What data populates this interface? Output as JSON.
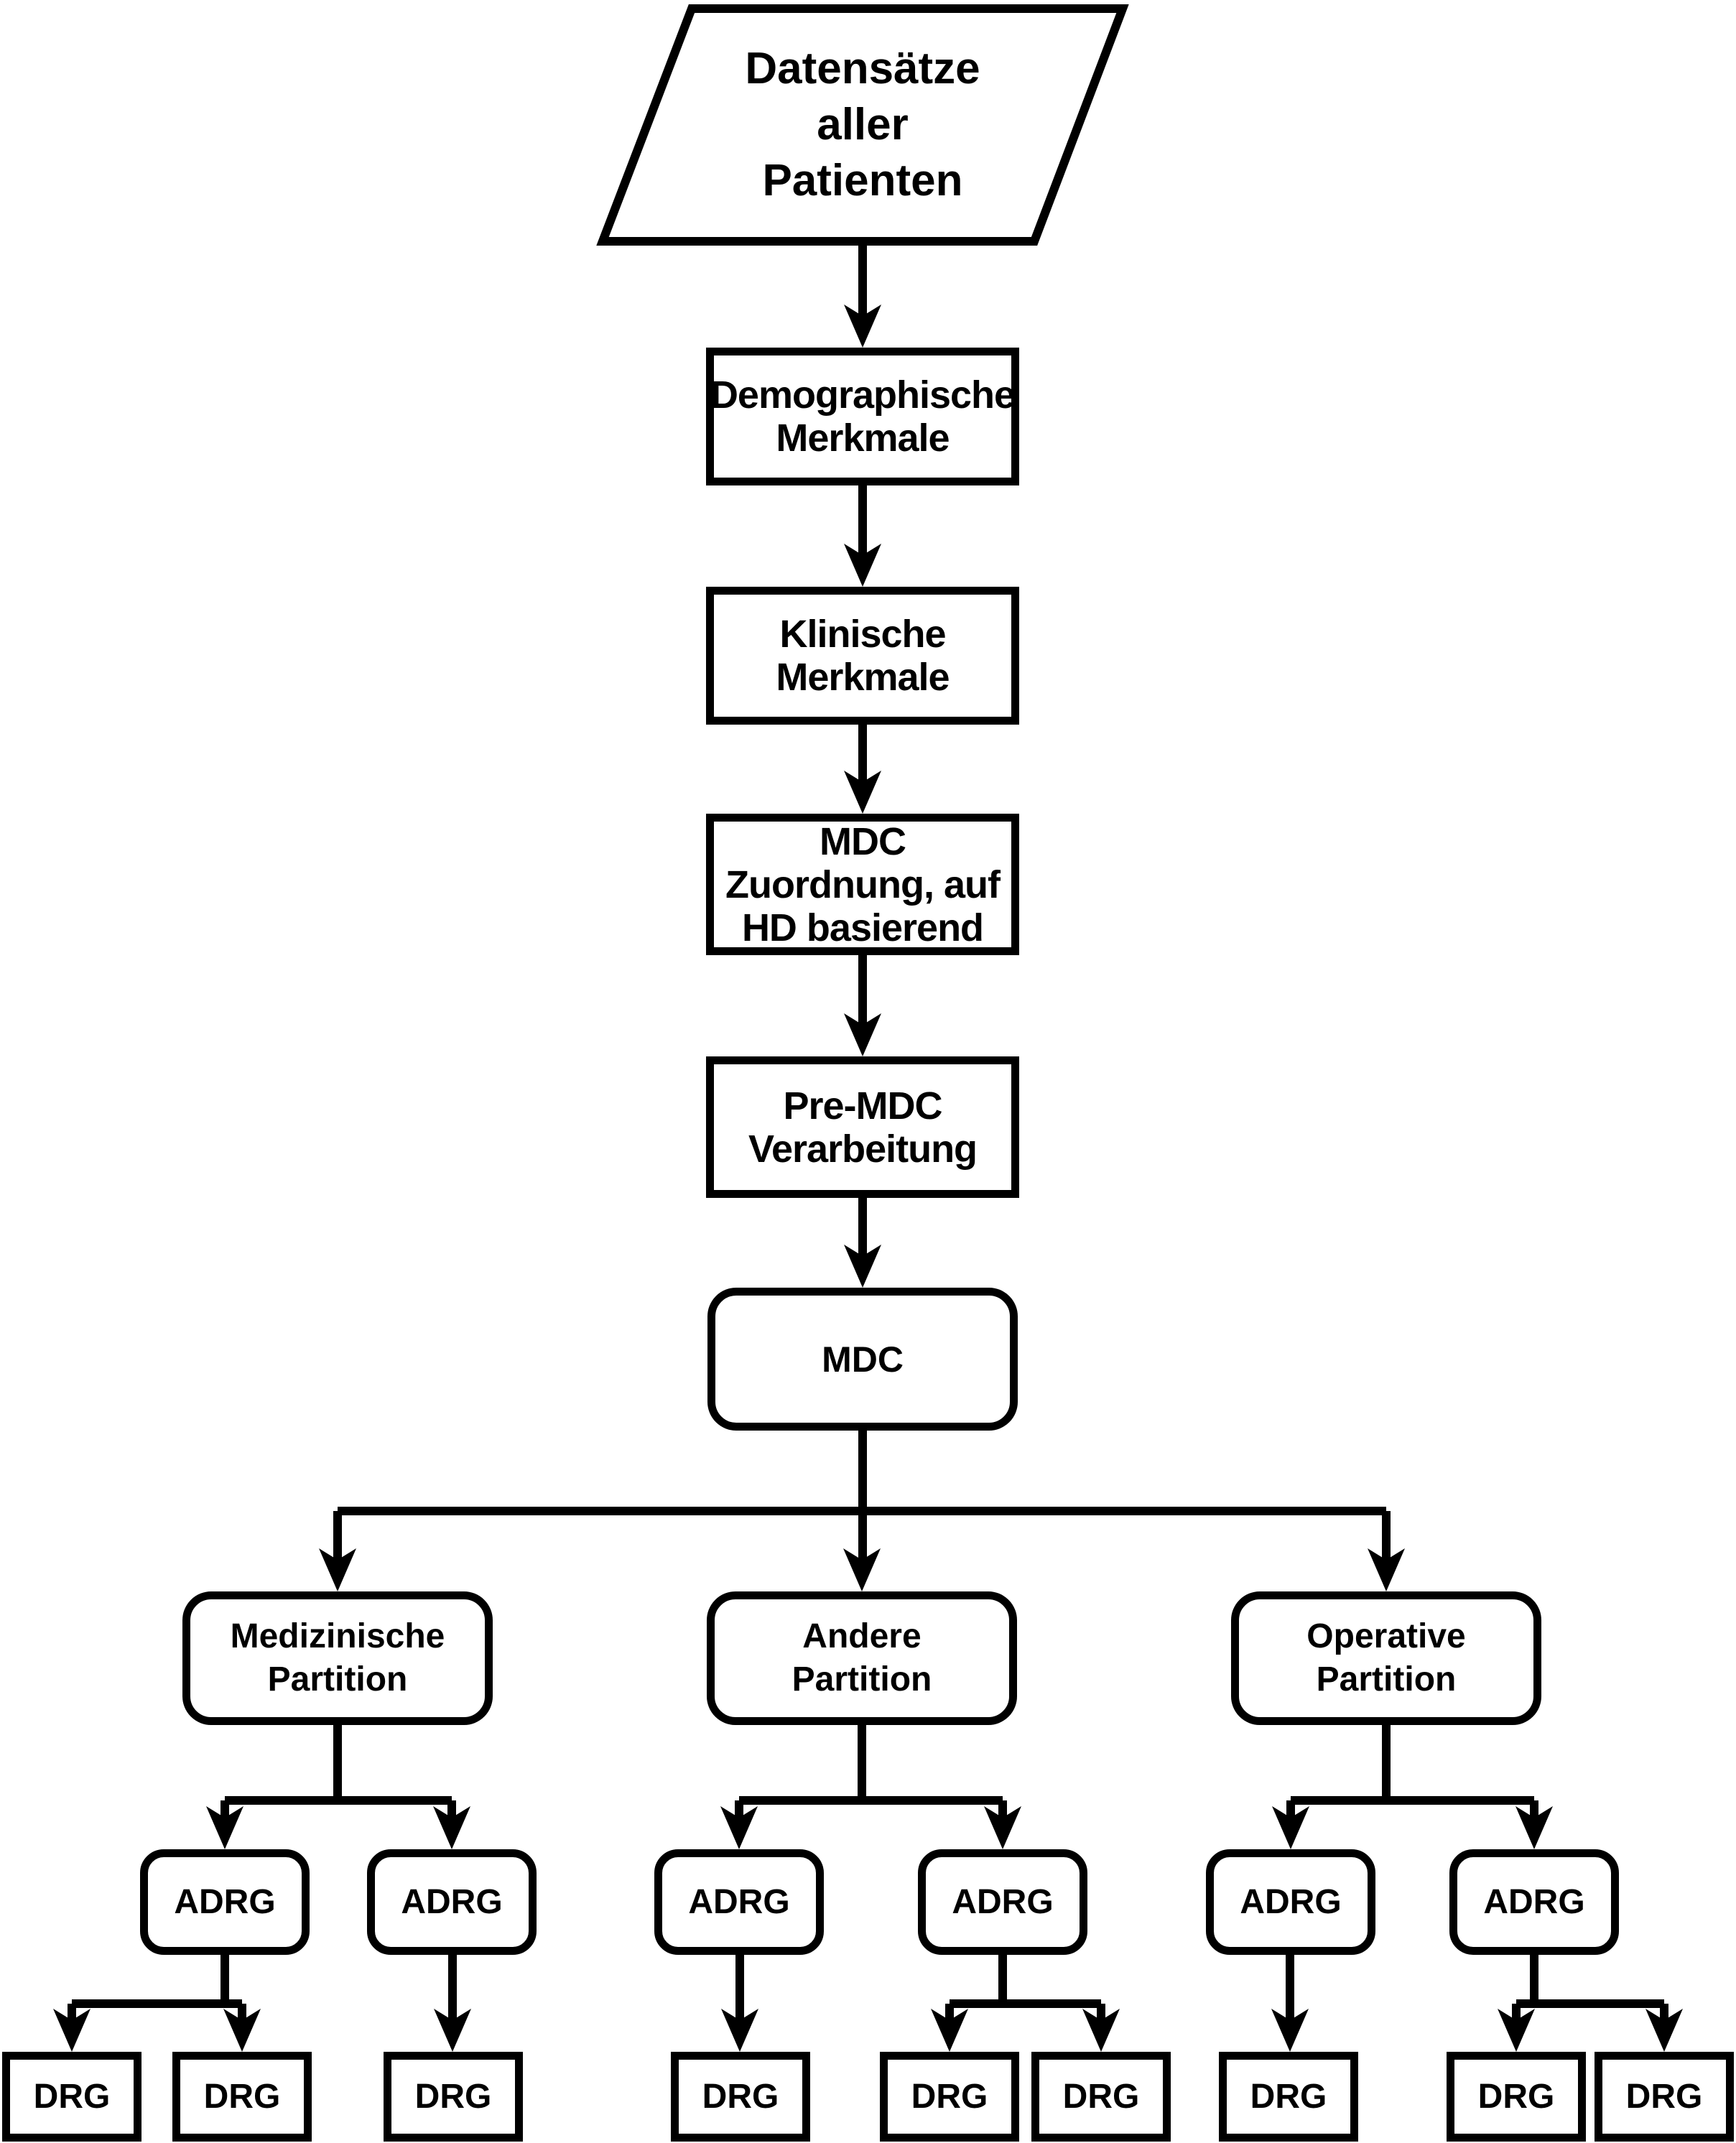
{
  "figure": {
    "type": "flowchart",
    "language": "de",
    "colors": {
      "stroke": "#000000",
      "fill": "#ffffff",
      "text": "#000000"
    },
    "source": {
      "shape": "parallelogram",
      "label": "Datensätze\naller\nPatienten"
    },
    "steps": [
      {
        "id": "demographic",
        "label": "Demographische\nMerkmale"
      },
      {
        "id": "clinical",
        "label": "Klinische\nMerkmale"
      },
      {
        "id": "mdc-assignment",
        "label": "MDC\nZuordnung, auf\nHD basierend"
      },
      {
        "id": "pre-mdc",
        "label": "Pre-MDC\nVerarbeitung"
      },
      {
        "id": "mdc",
        "label": "MDC"
      }
    ],
    "partitions": [
      {
        "id": "medical",
        "label": "Medizinische\nPartition"
      },
      {
        "id": "other",
        "label": "Andere\nPartition"
      },
      {
        "id": "operative",
        "label": "Operative\nPartition"
      }
    ],
    "adrg": [
      {
        "label": "ADRG"
      },
      {
        "label": "ADRG"
      },
      {
        "label": "ADRG"
      },
      {
        "label": "ADRG"
      },
      {
        "label": "ADRG"
      },
      {
        "label": "ADRG"
      }
    ],
    "drg": [
      {
        "label": "DRG"
      },
      {
        "label": "DRG"
      },
      {
        "label": "DRG"
      },
      {
        "label": "DRG"
      },
      {
        "label": "DRG"
      },
      {
        "label": "DRG"
      },
      {
        "label": "DRG"
      },
      {
        "label": "DRG"
      },
      {
        "label": "DRG"
      }
    ]
  }
}
